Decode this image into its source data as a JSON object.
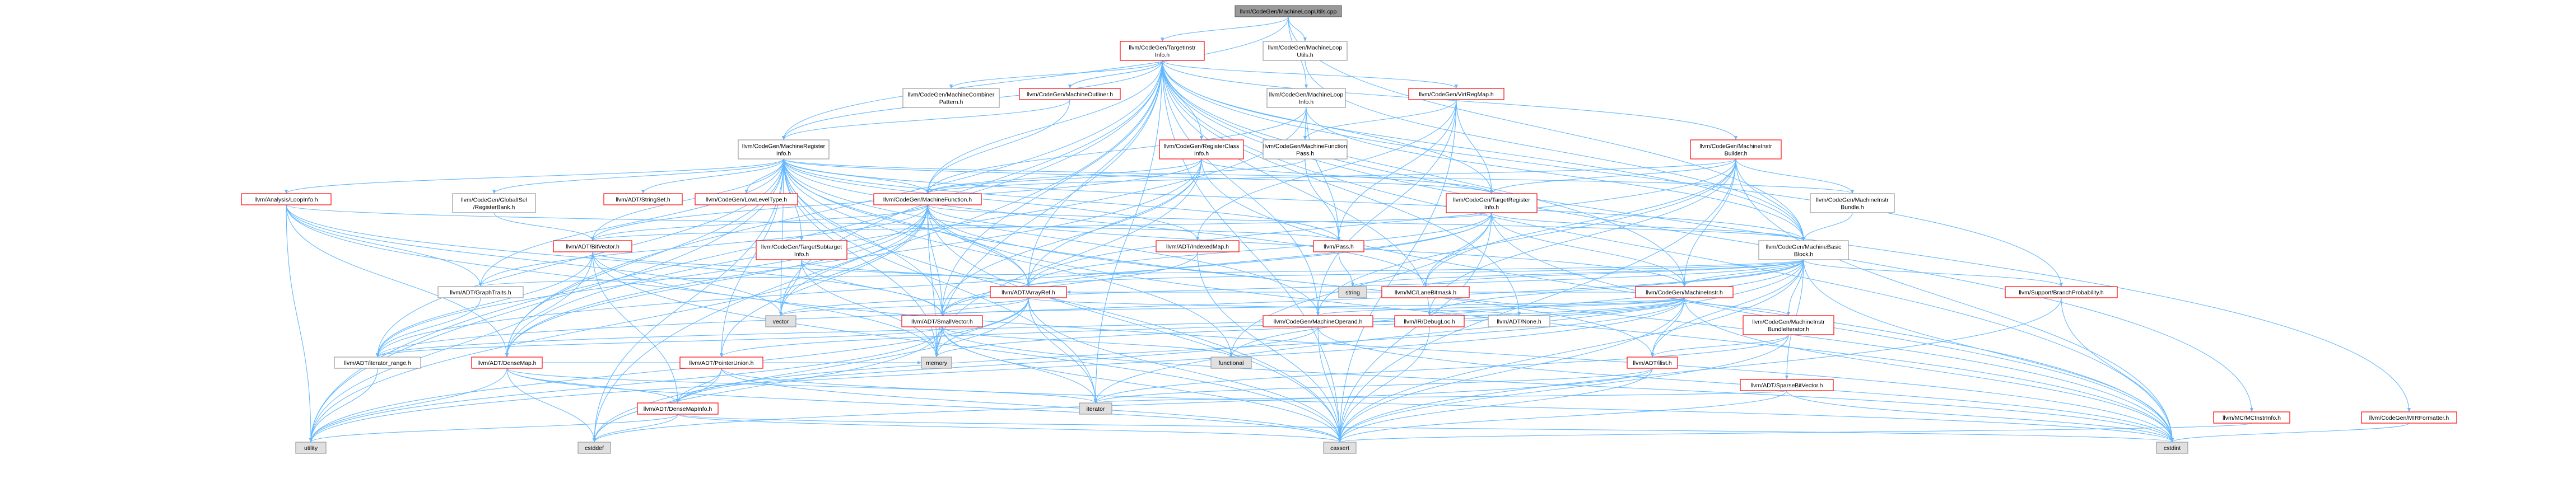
{
  "colors": {
    "edge": "#63b8ff",
    "root_fill": "#999999",
    "root_border": "#666666",
    "red_border": "#ff0000",
    "gray_border": "#999999",
    "light_fill": "#e0e0e0",
    "white_fill": "#ffffff"
  },
  "nodes": [
    {
      "id": "root",
      "lines": [
        "llvm/CodeGen/MachineLoopUtils.cpp"
      ],
      "style": "root"
    },
    {
      "id": "tii",
      "lines": [
        "llvm/CodeGen/TargetInstr",
        "Info.h"
      ],
      "style": "red"
    },
    {
      "id": "mlu",
      "lines": [
        "llvm/CodeGen/MachineLoop",
        "Utils.h"
      ],
      "style": "gray"
    },
    {
      "id": "mcp",
      "lines": [
        "llvm/CodeGen/MachineCombiner",
        "Pattern.h"
      ],
      "style": "gray"
    },
    {
      "id": "mout",
      "lines": [
        "llvm/CodeGen/MachineOutliner.h"
      ],
      "style": "red"
    },
    {
      "id": "mli",
      "lines": [
        "llvm/CodeGen/MachineLoop",
        "Info.h"
      ],
      "style": "gray"
    },
    {
      "id": "vrm",
      "lines": [
        "llvm/CodeGen/VirtRegMap.h"
      ],
      "style": "red"
    },
    {
      "id": "mri",
      "lines": [
        "llvm/CodeGen/MachineRegister",
        "Info.h"
      ],
      "style": "gray"
    },
    {
      "id": "rci",
      "lines": [
        "llvm/CodeGen/RegisterClass",
        "Info.h"
      ],
      "style": "red"
    },
    {
      "id": "mfp",
      "lines": [
        "llvm/CodeGen/MachineFunction",
        "Pass.h"
      ],
      "style": "gray"
    },
    {
      "id": "mib",
      "lines": [
        "llvm/CodeGen/MachineInstr",
        "Builder.h"
      ],
      "style": "red"
    },
    {
      "id": "loopinfo",
      "lines": [
        "llvm/Analysis/LoopInfo.h"
      ],
      "style": "red"
    },
    {
      "id": "gsrb",
      "lines": [
        "llvm/CodeGen/GlobalISel",
        "/RegisterBank.h"
      ],
      "style": "gray"
    },
    {
      "id": "strset",
      "lines": [
        "llvm/ADT/StringSet.h"
      ],
      "style": "red"
    },
    {
      "id": "llt",
      "lines": [
        "llvm/CodeGen/LowLevelType.h"
      ],
      "style": "red"
    },
    {
      "id": "mf",
      "lines": [
        "llvm/CodeGen/MachineFunction.h"
      ],
      "style": "red"
    },
    {
      "id": "tri",
      "lines": [
        "llvm/CodeGen/TargetRegister",
        "Info.h"
      ],
      "style": "red"
    },
    {
      "id": "mibundle",
      "lines": [
        "llvm/CodeGen/MachineInstr",
        "Bundle.h"
      ],
      "style": "gray"
    },
    {
      "id": "bitvector",
      "lines": [
        "llvm/ADT/BitVector.h"
      ],
      "style": "red"
    },
    {
      "id": "tsi",
      "lines": [
        "llvm/CodeGen/TargetSubtarget",
        "Info.h"
      ],
      "style": "red"
    },
    {
      "id": "indexedmap",
      "lines": [
        "llvm/ADT/IndexedMap.h"
      ],
      "style": "red"
    },
    {
      "id": "pass",
      "lines": [
        "llvm/Pass.h"
      ],
      "style": "red"
    },
    {
      "id": "mbb",
      "lines": [
        "llvm/CodeGen/MachineBasic",
        "Block.h"
      ],
      "style": "gray"
    },
    {
      "id": "graphtraits",
      "lines": [
        "llvm/ADT/GraphTraits.h"
      ],
      "style": "gray"
    },
    {
      "id": "arrayref",
      "lines": [
        "llvm/ADT/ArrayRef.h"
      ],
      "style": "red"
    },
    {
      "id": "string",
      "lines": [
        "string"
      ],
      "style": "light"
    },
    {
      "id": "lanebitmask",
      "lines": [
        "llvm/MC/LaneBitmask.h"
      ],
      "style": "red"
    },
    {
      "id": "mi",
      "lines": [
        "llvm/CodeGen/MachineInstr.h"
      ],
      "style": "red"
    },
    {
      "id": "bp",
      "lines": [
        "llvm/Support/BranchProbability.h"
      ],
      "style": "red"
    },
    {
      "id": "vector",
      "lines": [
        "vector"
      ],
      "style": "light"
    },
    {
      "id": "smallvector",
      "lines": [
        "llvm/ADT/SmallVector.h"
      ],
      "style": "red"
    },
    {
      "id": "mo",
      "lines": [
        "llvm/CodeGen/MachineOperand.h"
      ],
      "style": "red"
    },
    {
      "id": "debugloc",
      "lines": [
        "llvm/IR/DebugLoc.h"
      ],
      "style": "red"
    },
    {
      "id": "none",
      "lines": [
        "llvm/ADT/None.h"
      ],
      "style": "gray"
    },
    {
      "id": "mibi",
      "lines": [
        "llvm/CodeGen/MachineInstr",
        "BundleIterator.h"
      ],
      "style": "red"
    },
    {
      "id": "iterrange",
      "lines": [
        "llvm/ADT/iterator_range.h"
      ],
      "style": "gray"
    },
    {
      "id": "densemap",
      "lines": [
        "llvm/ADT/DenseMap.h"
      ],
      "style": "red"
    },
    {
      "id": "memory",
      "lines": [
        "memory"
      ],
      "style": "light"
    },
    {
      "id": "pointerunion",
      "lines": [
        "llvm/ADT/PointerUnion.h"
      ],
      "style": "red"
    },
    {
      "id": "functional",
      "lines": [
        "functional"
      ],
      "style": "light"
    },
    {
      "id": "ilist",
      "lines": [
        "llvm/ADT/ilist.h"
      ],
      "style": "red"
    },
    {
      "id": "sbv",
      "lines": [
        "llvm/ADT/SparseBitVector.h"
      ],
      "style": "red"
    },
    {
      "id": "densemapinfo",
      "lines": [
        "llvm/ADT/DenseMapInfo.h"
      ],
      "style": "red"
    },
    {
      "id": "iterator",
      "lines": [
        "iterator"
      ],
      "style": "light"
    },
    {
      "id": "utility",
      "lines": [
        "utility"
      ],
      "style": "light"
    },
    {
      "id": "cstddef",
      "lines": [
        "cstddef"
      ],
      "style": "light"
    },
    {
      "id": "cassert",
      "lines": [
        "cassert"
      ],
      "style": "light"
    },
    {
      "id": "cstdint",
      "lines": [
        "cstdint"
      ],
      "style": "light"
    },
    {
      "id": "mcinstrinfo",
      "lines": [
        "llvm/MC/MCInstrInfo.h"
      ],
      "style": "red"
    },
    {
      "id": "mirformatter",
      "lines": [
        "llvm/CodeGen/MIRFormatter.h"
      ],
      "style": "red"
    }
  ],
  "edges": [
    [
      "root",
      "tii"
    ],
    [
      "root",
      "mlu"
    ],
    [
      "root",
      "mri"
    ],
    [
      "root",
      "mli"
    ],
    [
      "root",
      "mbb"
    ],
    [
      "mlu",
      "mbb"
    ],
    [
      "tii",
      "mcp"
    ],
    [
      "tii",
      "mout"
    ],
    [
      "tii",
      "vrm"
    ],
    [
      "tii",
      "rci"
    ],
    [
      "tii",
      "mib"
    ],
    [
      "tii",
      "mri"
    ],
    [
      "tii",
      "mf"
    ],
    [
      "tii",
      "mbb"
    ],
    [
      "tii",
      "mi"
    ],
    [
      "tii",
      "mo"
    ],
    [
      "tii",
      "tri"
    ],
    [
      "tii",
      "arrayref"
    ],
    [
      "tii",
      "densemap"
    ],
    [
      "tii",
      "smallvector"
    ],
    [
      "tii",
      "bp"
    ],
    [
      "tii",
      "mcinstrinfo"
    ],
    [
      "tii",
      "mirformatter"
    ],
    [
      "tii",
      "utility"
    ],
    [
      "tii",
      "cstddef"
    ],
    [
      "tii",
      "cassert"
    ],
    [
      "tii",
      "cstdint"
    ],
    [
      "tii",
      "vector"
    ],
    [
      "tii",
      "memory"
    ],
    [
      "tii",
      "iterator"
    ],
    [
      "tii",
      "none"
    ],
    [
      "tii",
      "debugloc"
    ],
    [
      "mout",
      "mri"
    ],
    [
      "mout",
      "mf"
    ],
    [
      "mout",
      "tii"
    ],
    [
      "mli",
      "mfp"
    ],
    [
      "mli",
      "pass"
    ],
    [
      "mli",
      "mbb"
    ],
    [
      "mli",
      "mf"
    ],
    [
      "mli",
      "densemap"
    ],
    [
      "vrm",
      "mfp"
    ],
    [
      "vrm",
      "tri"
    ],
    [
      "vrm",
      "pass"
    ],
    [
      "vrm",
      "indexedmap"
    ],
    [
      "vrm",
      "mo"
    ],
    [
      "vrm",
      "cassert"
    ],
    [
      "mfp",
      "pass"
    ],
    [
      "mfp",
      "mf"
    ],
    [
      "mri",
      "loopinfo"
    ],
    [
      "mri",
      "gsrb"
    ],
    [
      "mri",
      "strset"
    ],
    [
      "mri",
      "llt"
    ],
    [
      "mri",
      "mf"
    ],
    [
      "mri",
      "tri"
    ],
    [
      "mri",
      "mibundle"
    ],
    [
      "mri",
      "bitvector"
    ],
    [
      "mri",
      "tsi"
    ],
    [
      "mri",
      "indexedmap"
    ],
    [
      "mri",
      "pass"
    ],
    [
      "mri",
      "mbb"
    ],
    [
      "mri",
      "graphtraits"
    ],
    [
      "mri",
      "arrayref"
    ],
    [
      "mri",
      "lanebitmask"
    ],
    [
      "mri",
      "mo"
    ],
    [
      "mri",
      "vector"
    ],
    [
      "mri",
      "smallvector"
    ],
    [
      "mri",
      "densemap"
    ],
    [
      "mri",
      "pointerunion"
    ],
    [
      "mri",
      "iterrange"
    ],
    [
      "mri",
      "memory"
    ],
    [
      "mri",
      "utility"
    ],
    [
      "mri",
      "cassert"
    ],
    [
      "mri",
      "cstddef"
    ],
    [
      "mri",
      "cstdint"
    ],
    [
      "mri",
      "iterator"
    ],
    [
      "mri",
      "functional"
    ],
    [
      "rci",
      "mf"
    ],
    [
      "rci",
      "tri"
    ],
    [
      "rci",
      "bitvector"
    ],
    [
      "rci",
      "arrayref"
    ],
    [
      "rci",
      "smallvector"
    ],
    [
      "rci",
      "cstdint"
    ],
    [
      "rci",
      "memory"
    ],
    [
      "rci",
      "densemap"
    ],
    [
      "mib",
      "mf"
    ],
    [
      "mib",
      "mbb"
    ],
    [
      "mib",
      "mi"
    ],
    [
      "mib",
      "mo"
    ],
    [
      "mib",
      "tri"
    ],
    [
      "mib",
      "mibundle"
    ],
    [
      "mib",
      "arrayref"
    ],
    [
      "mib",
      "debugloc"
    ],
    [
      "mib",
      "cassert"
    ],
    [
      "mib",
      "cstdint"
    ],
    [
      "mib",
      "lanebitmask"
    ],
    [
      "mibundle",
      "mbb"
    ],
    [
      "loopinfo",
      "pass"
    ],
    [
      "loopinfo",
      "densemap"
    ],
    [
      "loopinfo",
      "graphtraits"
    ],
    [
      "loopinfo",
      "smallvector"
    ],
    [
      "loopinfo",
      "utility"
    ],
    [
      "loopinfo",
      "vector"
    ],
    [
      "loopinfo",
      "memory"
    ],
    [
      "gsrb",
      "bitvector"
    ],
    [
      "mf",
      "bitvector"
    ],
    [
      "mf",
      "arrayref"
    ],
    [
      "mf",
      "densemap"
    ],
    [
      "mf",
      "smallvector"
    ],
    [
      "mf",
      "mbb"
    ],
    [
      "mf",
      "vector"
    ],
    [
      "mf",
      "memory"
    ],
    [
      "mf",
      "utility"
    ],
    [
      "mf",
      "cassert"
    ],
    [
      "mf",
      "cstdint"
    ],
    [
      "mf",
      "graphtraits"
    ],
    [
      "mf",
      "ilist"
    ],
    [
      "mf",
      "iterrange"
    ],
    [
      "mf",
      "pointerunion"
    ],
    [
      "mf",
      "mi"
    ],
    [
      "tri",
      "mbb"
    ],
    [
      "tri",
      "lanebitmask"
    ],
    [
      "tri",
      "arrayref"
    ],
    [
      "tri",
      "smallvector"
    ],
    [
      "tri",
      "iterrange"
    ],
    [
      "tri",
      "cassert"
    ],
    [
      "tri",
      "cstdint"
    ],
    [
      "tri",
      "functional"
    ],
    [
      "tri",
      "mi"
    ],
    [
      "tri",
      "bitvector"
    ],
    [
      "tsi",
      "arrayref"
    ],
    [
      "tsi",
      "smallvector"
    ],
    [
      "tsi",
      "vector"
    ],
    [
      "tsi",
      "memory"
    ],
    [
      "bitvector",
      "arrayref"
    ],
    [
      "bitvector",
      "densemapinfo"
    ],
    [
      "bitvector",
      "iterrange"
    ],
    [
      "bitvector",
      "cassert"
    ],
    [
      "bitvector",
      "utility"
    ],
    [
      "bitvector",
      "cstdint"
    ],
    [
      "indexedmap",
      "smallvector"
    ],
    [
      "indexedmap",
      "cassert"
    ],
    [
      "pass",
      "string"
    ],
    [
      "mbb",
      "mi"
    ],
    [
      "mbb",
      "mibi"
    ],
    [
      "mbb",
      "bp"
    ],
    [
      "mbb",
      "lanebitmask"
    ],
    [
      "mbb",
      "ilist"
    ],
    [
      "mbb",
      "sbv"
    ],
    [
      "mbb",
      "iterrange"
    ],
    [
      "mbb",
      "debugloc"
    ],
    [
      "mbb",
      "cassert"
    ],
    [
      "mbb",
      "cstdint"
    ],
    [
      "mbb",
      "functional"
    ],
    [
      "mbb",
      "iterator"
    ],
    [
      "mbb",
      "string"
    ],
    [
      "mbb",
      "vector"
    ],
    [
      "mbb",
      "graphtraits"
    ],
    [
      "mbb",
      "arrayref"
    ],
    [
      "graphtraits",
      "iterrange"
    ],
    [
      "arrayref",
      "smallvector"
    ],
    [
      "arrayref",
      "none"
    ],
    [
      "arrayref",
      "vector"
    ],
    [
      "arrayref",
      "memory"
    ],
    [
      "arrayref",
      "cassert"
    ],
    [
      "arrayref",
      "cstddef"
    ],
    [
      "arrayref",
      "iterator"
    ],
    [
      "arrayref",
      "utility"
    ],
    [
      "mi",
      "mo"
    ],
    [
      "mi",
      "debugloc"
    ],
    [
      "mi",
      "densemapinfo"
    ],
    [
      "mi",
      "pointerunion"
    ],
    [
      "mi",
      "ilist"
    ],
    [
      "mi",
      "iterrange"
    ],
    [
      "mi",
      "arrayref"
    ],
    [
      "mi",
      "cassert"
    ],
    [
      "mi",
      "cstdint"
    ],
    [
      "mi",
      "utility"
    ],
    [
      "mi",
      "mibi"
    ],
    [
      "mi",
      "smallvector"
    ],
    [
      "mi",
      "memory"
    ],
    [
      "bp",
      "cassert"
    ],
    [
      "bp",
      "cstdint"
    ],
    [
      "smallvector",
      "iterrange"
    ],
    [
      "smallvector",
      "memory"
    ],
    [
      "smallvector",
      "functional"
    ],
    [
      "smallvector",
      "utility"
    ],
    [
      "smallvector",
      "cstddef"
    ],
    [
      "smallvector",
      "cassert"
    ],
    [
      "smallvector",
      "cstdint"
    ],
    [
      "smallvector",
      "iterator"
    ],
    [
      "mo",
      "cassert"
    ],
    [
      "mo",
      "cstdint"
    ],
    [
      "mo",
      "densemapinfo"
    ],
    [
      "debugloc",
      "cassert"
    ],
    [
      "mibi",
      "ilist"
    ],
    [
      "mibi",
      "cassert"
    ],
    [
      "mibi",
      "iterator"
    ],
    [
      "iterrange",
      "utility"
    ],
    [
      "densemap",
      "densemapinfo"
    ],
    [
      "densemap",
      "cstddef"
    ],
    [
      "densemap",
      "utility"
    ],
    [
      "densemap",
      "iterator"
    ],
    [
      "densemap",
      "cassert"
    ],
    [
      "densemap",
      "memory"
    ],
    [
      "pointerunion",
      "densemapinfo"
    ],
    [
      "pointerunion",
      "cassert"
    ],
    [
      "pointerunion",
      "cstddef"
    ],
    [
      "pointerunion",
      "cstdint"
    ],
    [
      "ilist",
      "iterator"
    ],
    [
      "ilist",
      "cassert"
    ],
    [
      "ilist",
      "cstddef"
    ],
    [
      "sbv",
      "iterator"
    ],
    [
      "sbv",
      "cassert"
    ],
    [
      "sbv",
      "cstdint"
    ],
    [
      "densemapinfo",
      "cassert"
    ],
    [
      "densemapinfo",
      "cstddef"
    ],
    [
      "densemapinfo",
      "cstdint"
    ],
    [
      "densemapinfo",
      "utility"
    ],
    [
      "mcinstrinfo",
      "cassert"
    ],
    [
      "mirformatter",
      "cstdint"
    ]
  ]
}
